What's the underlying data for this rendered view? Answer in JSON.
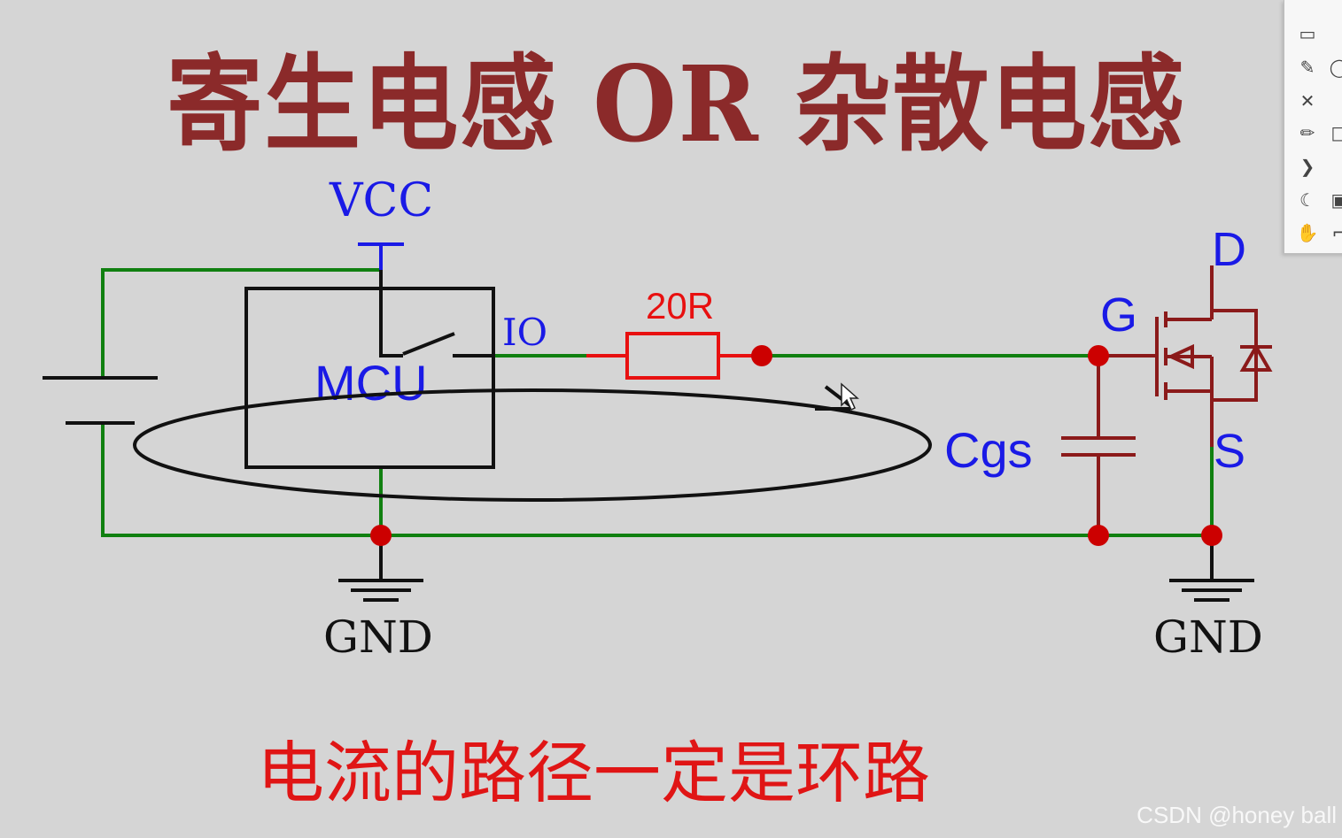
{
  "title": "寄生电感 OR 杂散电感",
  "caption": "电流的路径一定是环路",
  "watermark": "CSDN @honey ball",
  "labels": {
    "vcc": "VCC",
    "io": "IO",
    "mcu": "MCU",
    "resistor": "20R",
    "gate": "G",
    "drain": "D",
    "source": "S",
    "cap": "Cgs",
    "gnd_left": "GND",
    "gnd_right": "GND"
  },
  "colors": {
    "title": "#8b2a2a",
    "caption": "#e01515",
    "wire": "#108010",
    "component": "#8b1a1a",
    "resistor": "#e81010",
    "label_blue": "#1a1ae6",
    "junction": "#cc0000",
    "black": "#111111"
  },
  "toolbox": {
    "icons": [
      "select-icon",
      "pen-icon",
      "chevron-shape-icon",
      "hand-icon",
      "circle-icon",
      "square-icon",
      "image-icon",
      "connector-icon"
    ]
  }
}
